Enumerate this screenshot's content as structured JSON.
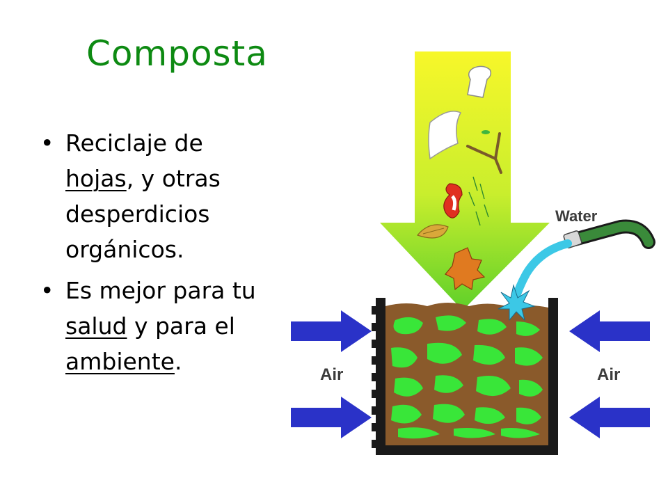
{
  "slide": {
    "title": "Composta",
    "bullets": [
      {
        "prefix": "Reciclaje de ",
        "underlined": "hojas",
        "suffix": ", y otras desperdicios orgánicos."
      },
      {
        "prefix": "Es mejor para tu ",
        "underlined": "salud",
        "middle": " y para el ",
        "underlined2": "ambiente",
        "suffix": "."
      }
    ]
  },
  "diagram": {
    "water_label": "Water",
    "air_left_label": "Air",
    "air_right_label": "Air",
    "colors": {
      "title_green": "#0d8a12",
      "arrow_top": "#f7f72a",
      "arrow_bottom": "#5fd02a",
      "compost_green": "#39e639",
      "soil_brown": "#8a5a2b",
      "air_blue": "#2a32c8",
      "water_blue": "#3cc8e6"
    }
  }
}
